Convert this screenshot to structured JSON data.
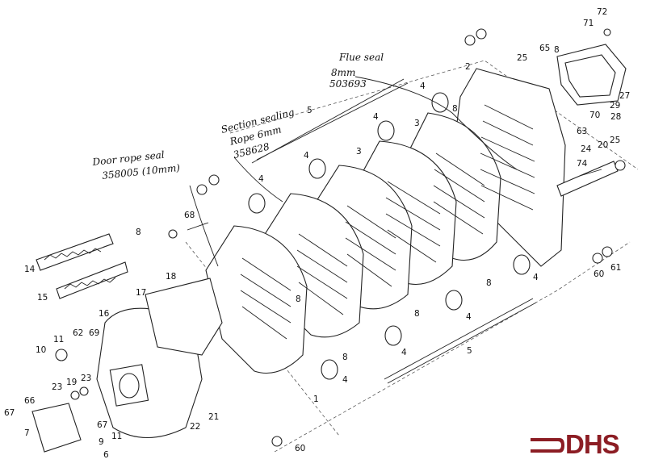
{
  "annotations": [
    {
      "id": "flue_seal",
      "lines": [
        "Flue seal",
        "8mm",
        "503693"
      ]
    },
    {
      "id": "section_sealing",
      "lines": [
        "Section sealing",
        "Rope 6mm",
        "358628"
      ]
    },
    {
      "id": "door_rope",
      "lines": [
        "Door rope seal",
        "358005 (10mm)"
      ]
    }
  ],
  "part_labels": [
    "72",
    "71",
    "8",
    "65",
    "25",
    "2",
    "27",
    "29",
    "28",
    "70",
    "63",
    "20",
    "25",
    "24",
    "74",
    "5",
    "4",
    "4",
    "3",
    "4",
    "3",
    "4",
    "8",
    "68",
    "8",
    "14",
    "15",
    "18",
    "17",
    "16",
    "10",
    "11",
    "62",
    "69",
    "23",
    "19",
    "23",
    "66",
    "67",
    "67",
    "7",
    "9",
    "11",
    "6",
    "22",
    "21",
    "1",
    "8",
    "4",
    "4",
    "8",
    "60",
    "61",
    "60",
    "4",
    "8",
    "4",
    "5",
    "8"
  ],
  "logo": {
    "text": "DHS",
    "color": "#8c1d24"
  }
}
